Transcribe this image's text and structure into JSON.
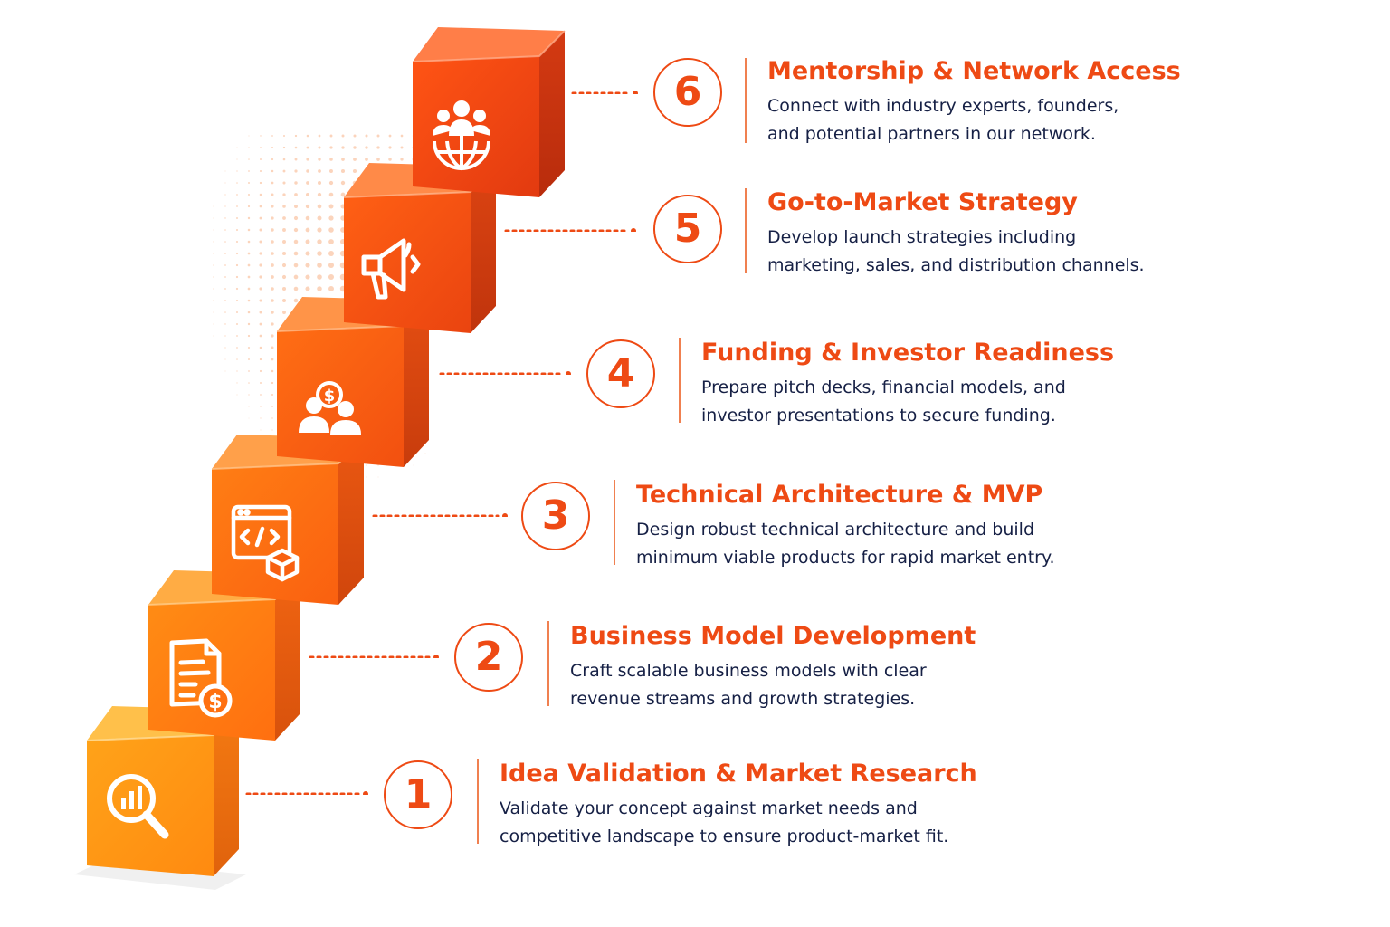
{
  "colors": {
    "accent": "#ee4a14",
    "text_dark": "#162045",
    "block_top_orange": "#ffb347",
    "block_front_orange": "#ff7a1c",
    "block_side_orange": "#e0450c"
  },
  "steps": [
    {
      "number": "1",
      "title": "Idea Validation & Market Research",
      "desc_line1": "Validate your concept against market needs and",
      "desc_line2": "competitive landscape to ensure product-market fit.",
      "icon": "magnifier-chart-icon"
    },
    {
      "number": "2",
      "title": "Business Model Development",
      "desc_line1": "Craft scalable business models with clear",
      "desc_line2": "revenue streams and growth strategies.",
      "icon": "document-dollar-icon"
    },
    {
      "number": "3",
      "title": "Technical Architecture & MVP",
      "desc_line1": "Design robust technical architecture and build",
      "desc_line2": "minimum viable products for rapid market entry.",
      "icon": "code-window-cube-icon"
    },
    {
      "number": "4",
      "title": "Funding & Investor Readiness",
      "desc_line1": "Prepare pitch decks, financial models, and",
      "desc_line2": "investor presentations to secure funding.",
      "icon": "investors-dollar-icon"
    },
    {
      "number": "5",
      "title": "Go-to-Market Strategy",
      "desc_line1": "Develop launch strategies including",
      "desc_line2": "marketing, sales, and distribution channels.",
      "icon": "megaphone-icon"
    },
    {
      "number": "6",
      "title": "Mentorship & Network Access",
      "desc_line1": "Connect with industry experts, founders,",
      "desc_line2": "and potential partners in our network.",
      "icon": "people-globe-icon"
    }
  ]
}
